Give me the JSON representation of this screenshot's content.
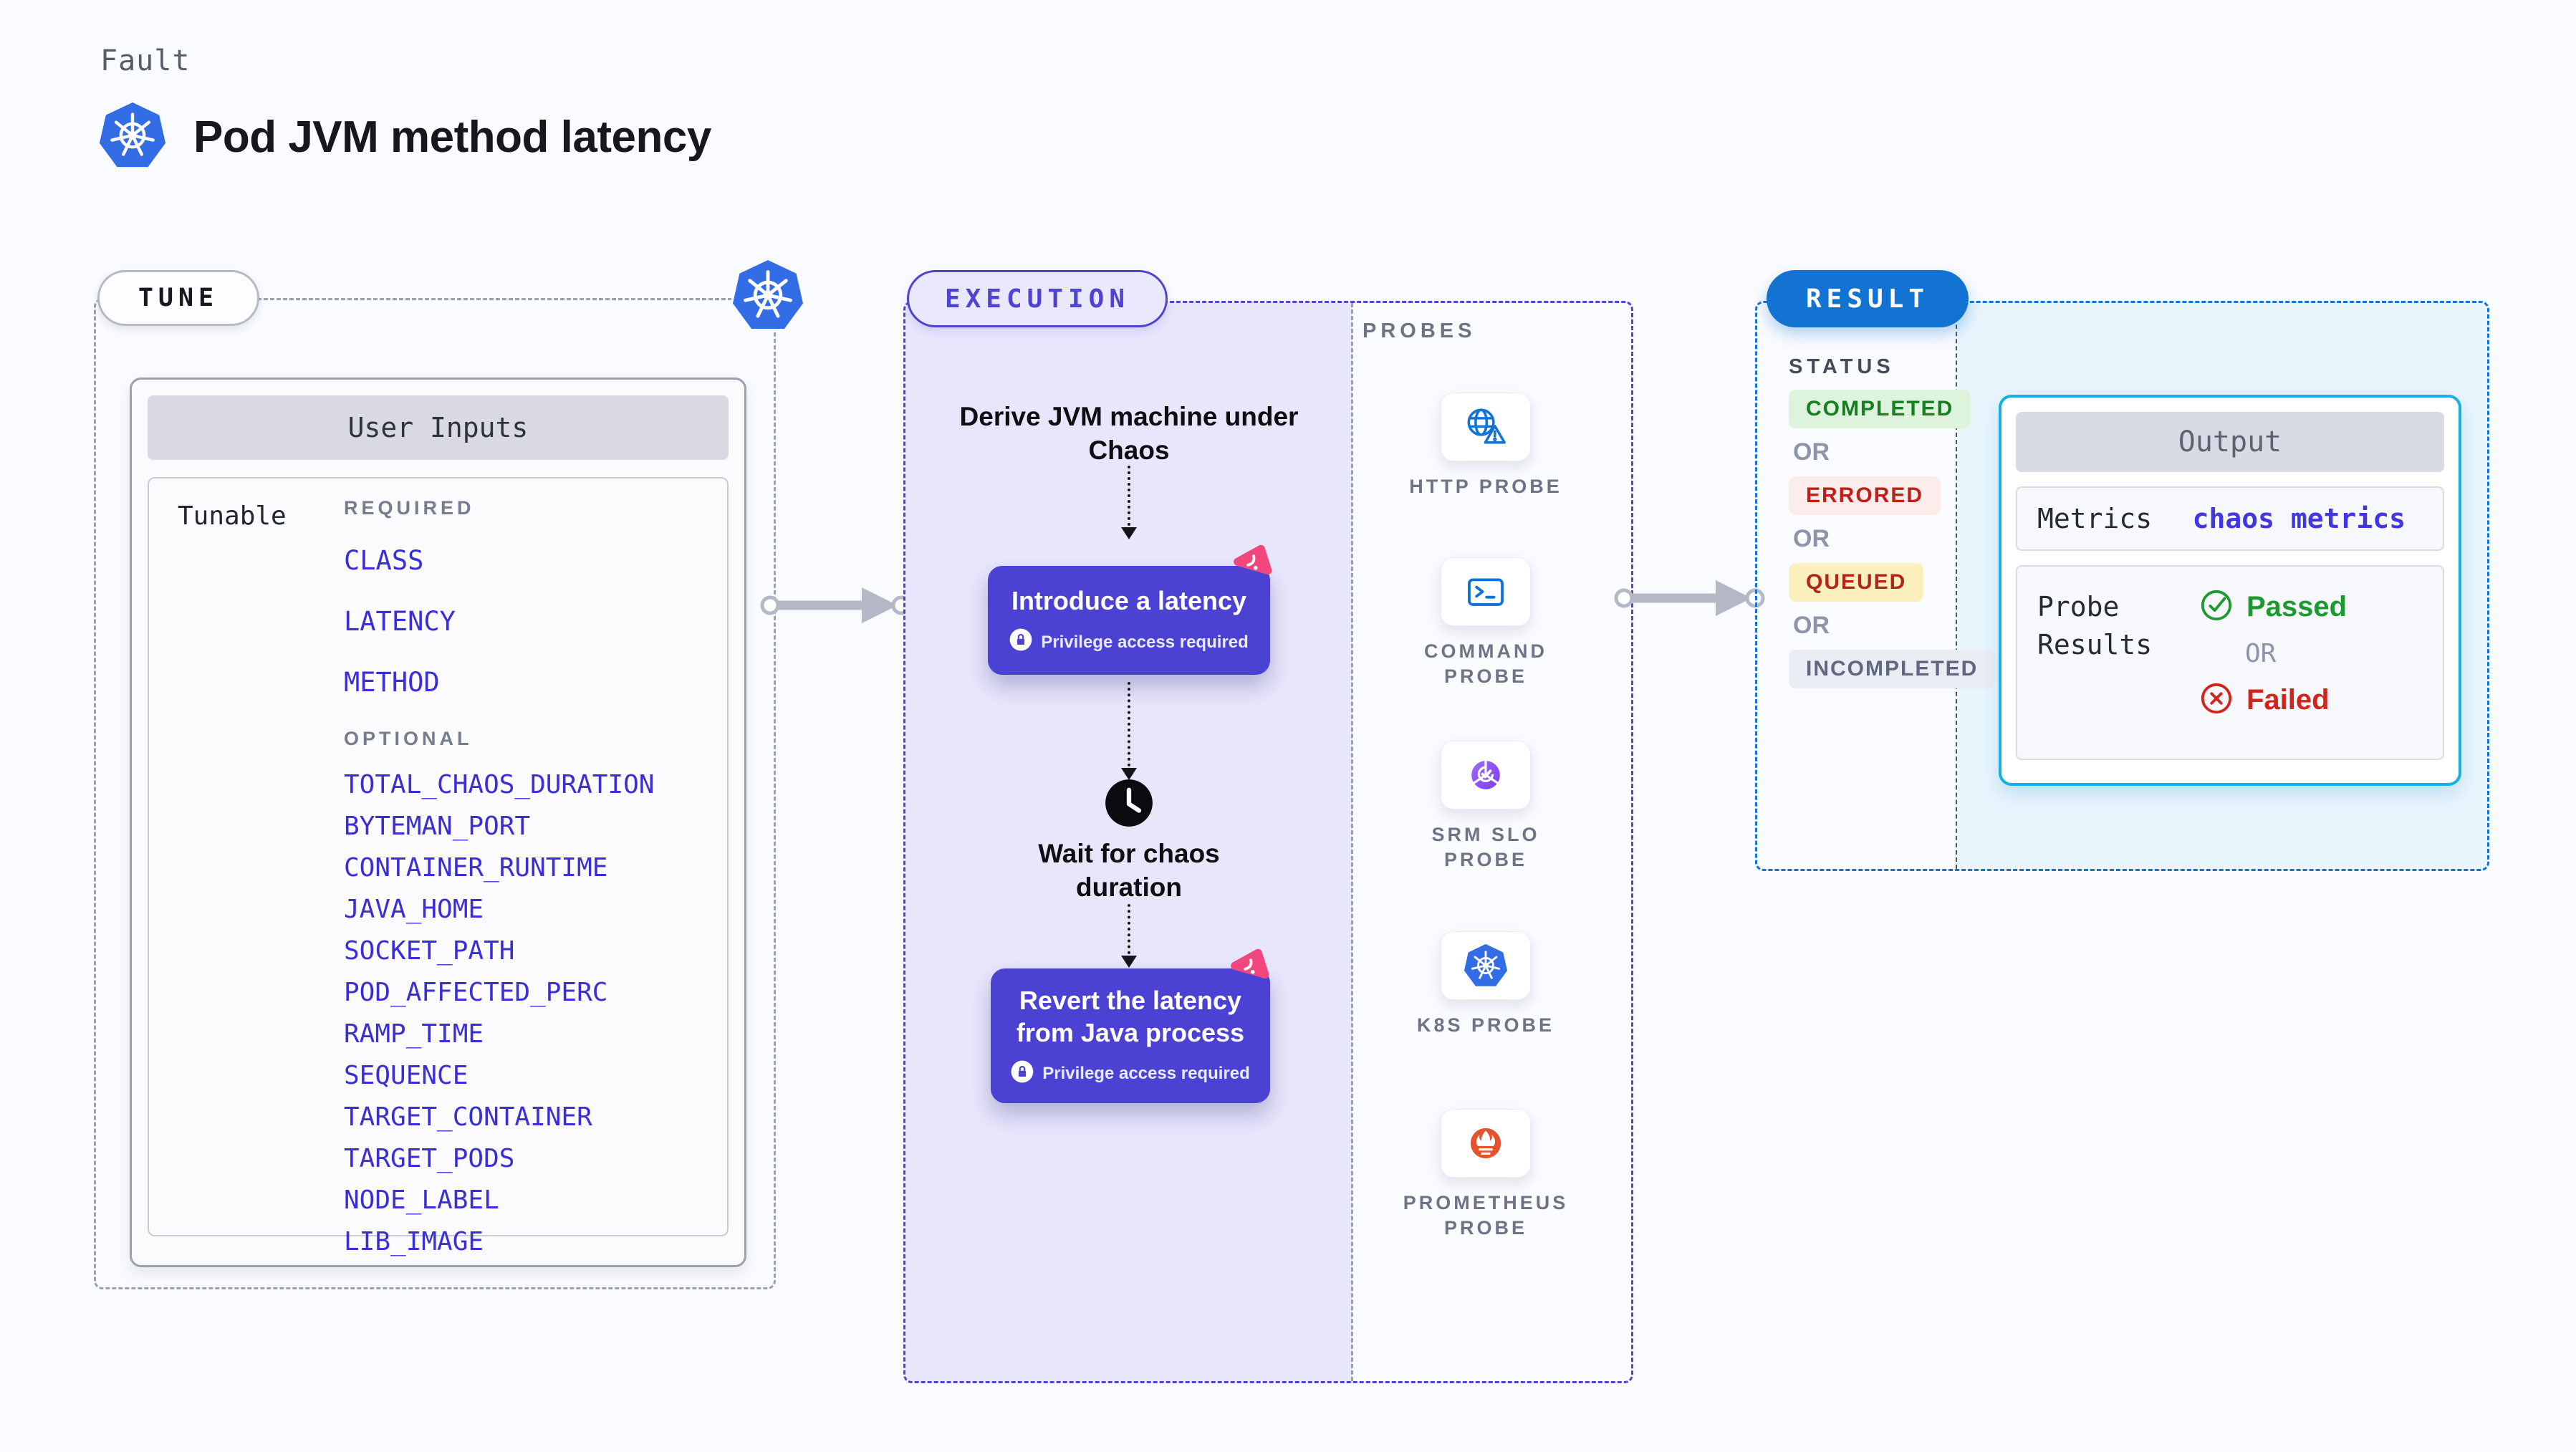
{
  "header": {
    "eyebrow": "Fault",
    "title": "Pod JVM method latency"
  },
  "tune": {
    "label": "TUNE",
    "card_title": "User Inputs",
    "row_label": "Tunable",
    "required_label": "REQUIRED",
    "required_items": [
      "CLASS",
      "LATENCY",
      "METHOD"
    ],
    "optional_label": "OPTIONAL",
    "optional_items": [
      "TOTAL_CHAOS_DURATION",
      "BYTEMAN_PORT",
      "CONTAINER_RUNTIME",
      "JAVA_HOME",
      "SOCKET_PATH",
      "POD_AFFECTED_PERC",
      "RAMP_TIME",
      "SEQUENCE",
      "TARGET_CONTAINER",
      "TARGET_PODS",
      "NODE_LABEL",
      "LIB_IMAGE"
    ]
  },
  "execution": {
    "label": "EXECUTION",
    "step1_title": "Derive JVM machine under Chaos",
    "action1_title": "Introduce a latency",
    "action1_badge": "Privilege access required",
    "wait_title": "Wait for chaos duration",
    "action2_title": "Revert the latency from Java process",
    "action2_badge": "Privilege access required"
  },
  "probes": {
    "label": "PROBES",
    "items": [
      {
        "name": "HTTP PROBE",
        "icon": "http-probe-icon"
      },
      {
        "name": "COMMAND PROBE",
        "icon": "command-probe-icon"
      },
      {
        "name": "SRM SLO PROBE",
        "icon": "srm-slo-probe-icon"
      },
      {
        "name": "K8S PROBE",
        "icon": "k8s-probe-icon"
      },
      {
        "name": "PROMETHEUS PROBE",
        "icon": "prometheus-probe-icon"
      }
    ]
  },
  "result": {
    "label": "RESULT",
    "status_label": "STATUS",
    "or_label": "OR",
    "statuses": [
      "COMPLETED",
      "ERRORED",
      "QUEUED",
      "INCOMPLETED"
    ],
    "output": {
      "title": "Output",
      "metrics_label": "Metrics",
      "metrics_value": "chaos metrics",
      "probe_results_label": "Probe Results",
      "passed_label": "Passed",
      "or_label": "OR",
      "failed_label": "Failed"
    }
  },
  "colors": {
    "accent_purple": "#4b42d4",
    "execution_bg": "#e7e6fb",
    "result_blue": "#1273d2",
    "output_cyan_border": "#17b0e6",
    "result_bg": "#e8f5fd",
    "param_blue": "#3a2ed6",
    "k8s_blue": "#326de6",
    "chaos_pink": "#f2477e",
    "success_green": "#1d9a2f",
    "error_red": "#d2241a",
    "queued_bg": "#fbf0bd",
    "prometheus_orange": "#e6522c",
    "arrow_gray": "#b5b8c7"
  }
}
